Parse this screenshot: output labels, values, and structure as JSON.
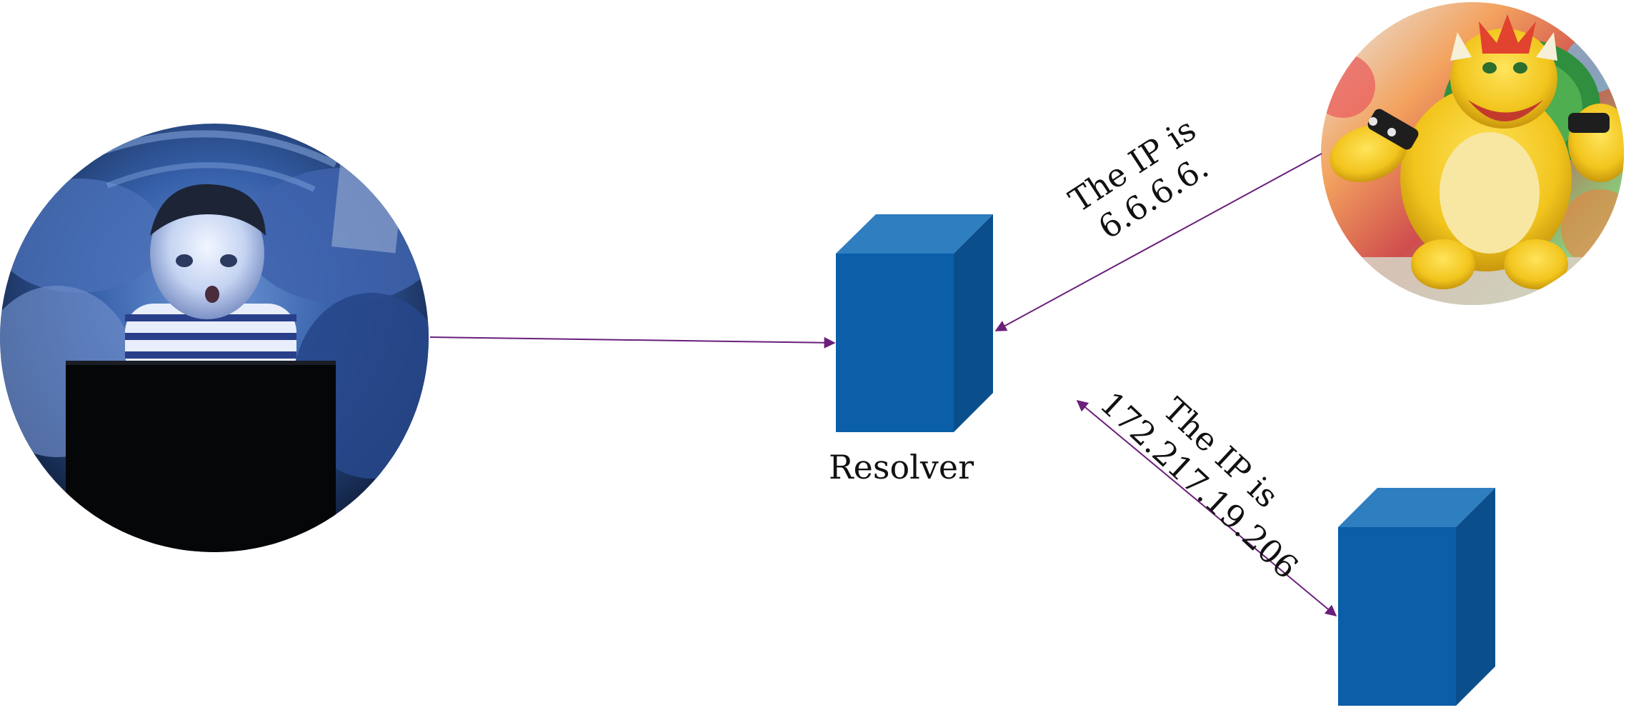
{
  "diagram": {
    "resolver_label": "Resolver",
    "attacker_message": {
      "line1": "The IP is",
      "line2": "6.6.6.6."
    },
    "legit_message": {
      "line1": "The IP is",
      "line2": "172.217.19.206"
    }
  },
  "icons": {
    "user": "child-at-laptop-photo",
    "resolver": "server-box-icon",
    "attacker": "bowser-figure-photo",
    "authoritative_server": "server-box-icon"
  },
  "colors": {
    "server_front": "#0B5EA8",
    "server_top": "#2E7EC0",
    "server_side": "#0A4F8C",
    "arrow": "#6A1F7A",
    "text": "#111111"
  }
}
